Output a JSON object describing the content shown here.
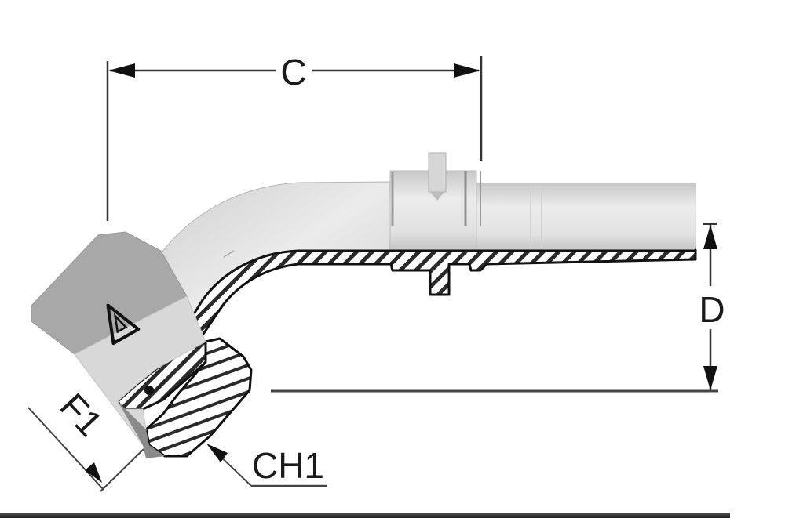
{
  "diagram": {
    "subject": "45° hose fitting, female swivel nut, cross-section half view",
    "bend_angle_deg": 45,
    "dimensions": {
      "c": {
        "label": "C",
        "description": "horizontal length from nut face to ferrule"
      },
      "d": {
        "label": "D",
        "description": "vertical offset from hose axis bottom to nut base"
      },
      "f1": {
        "label": "F1",
        "description": "thread size across nut face (angled)"
      },
      "ch1": {
        "label": "CH1",
        "description": "hex nut wrench size"
      }
    },
    "marks": {
      "logo": "triangle-logo"
    },
    "colors": {
      "body_light": "#e6e6e6",
      "body_mid": "#cfcfcf",
      "nut_dark": "#a8a8a8",
      "nut_face": "#d4d4d4",
      "line": "#1a1a1a",
      "hatch_bg": "#ffffff"
    }
  }
}
